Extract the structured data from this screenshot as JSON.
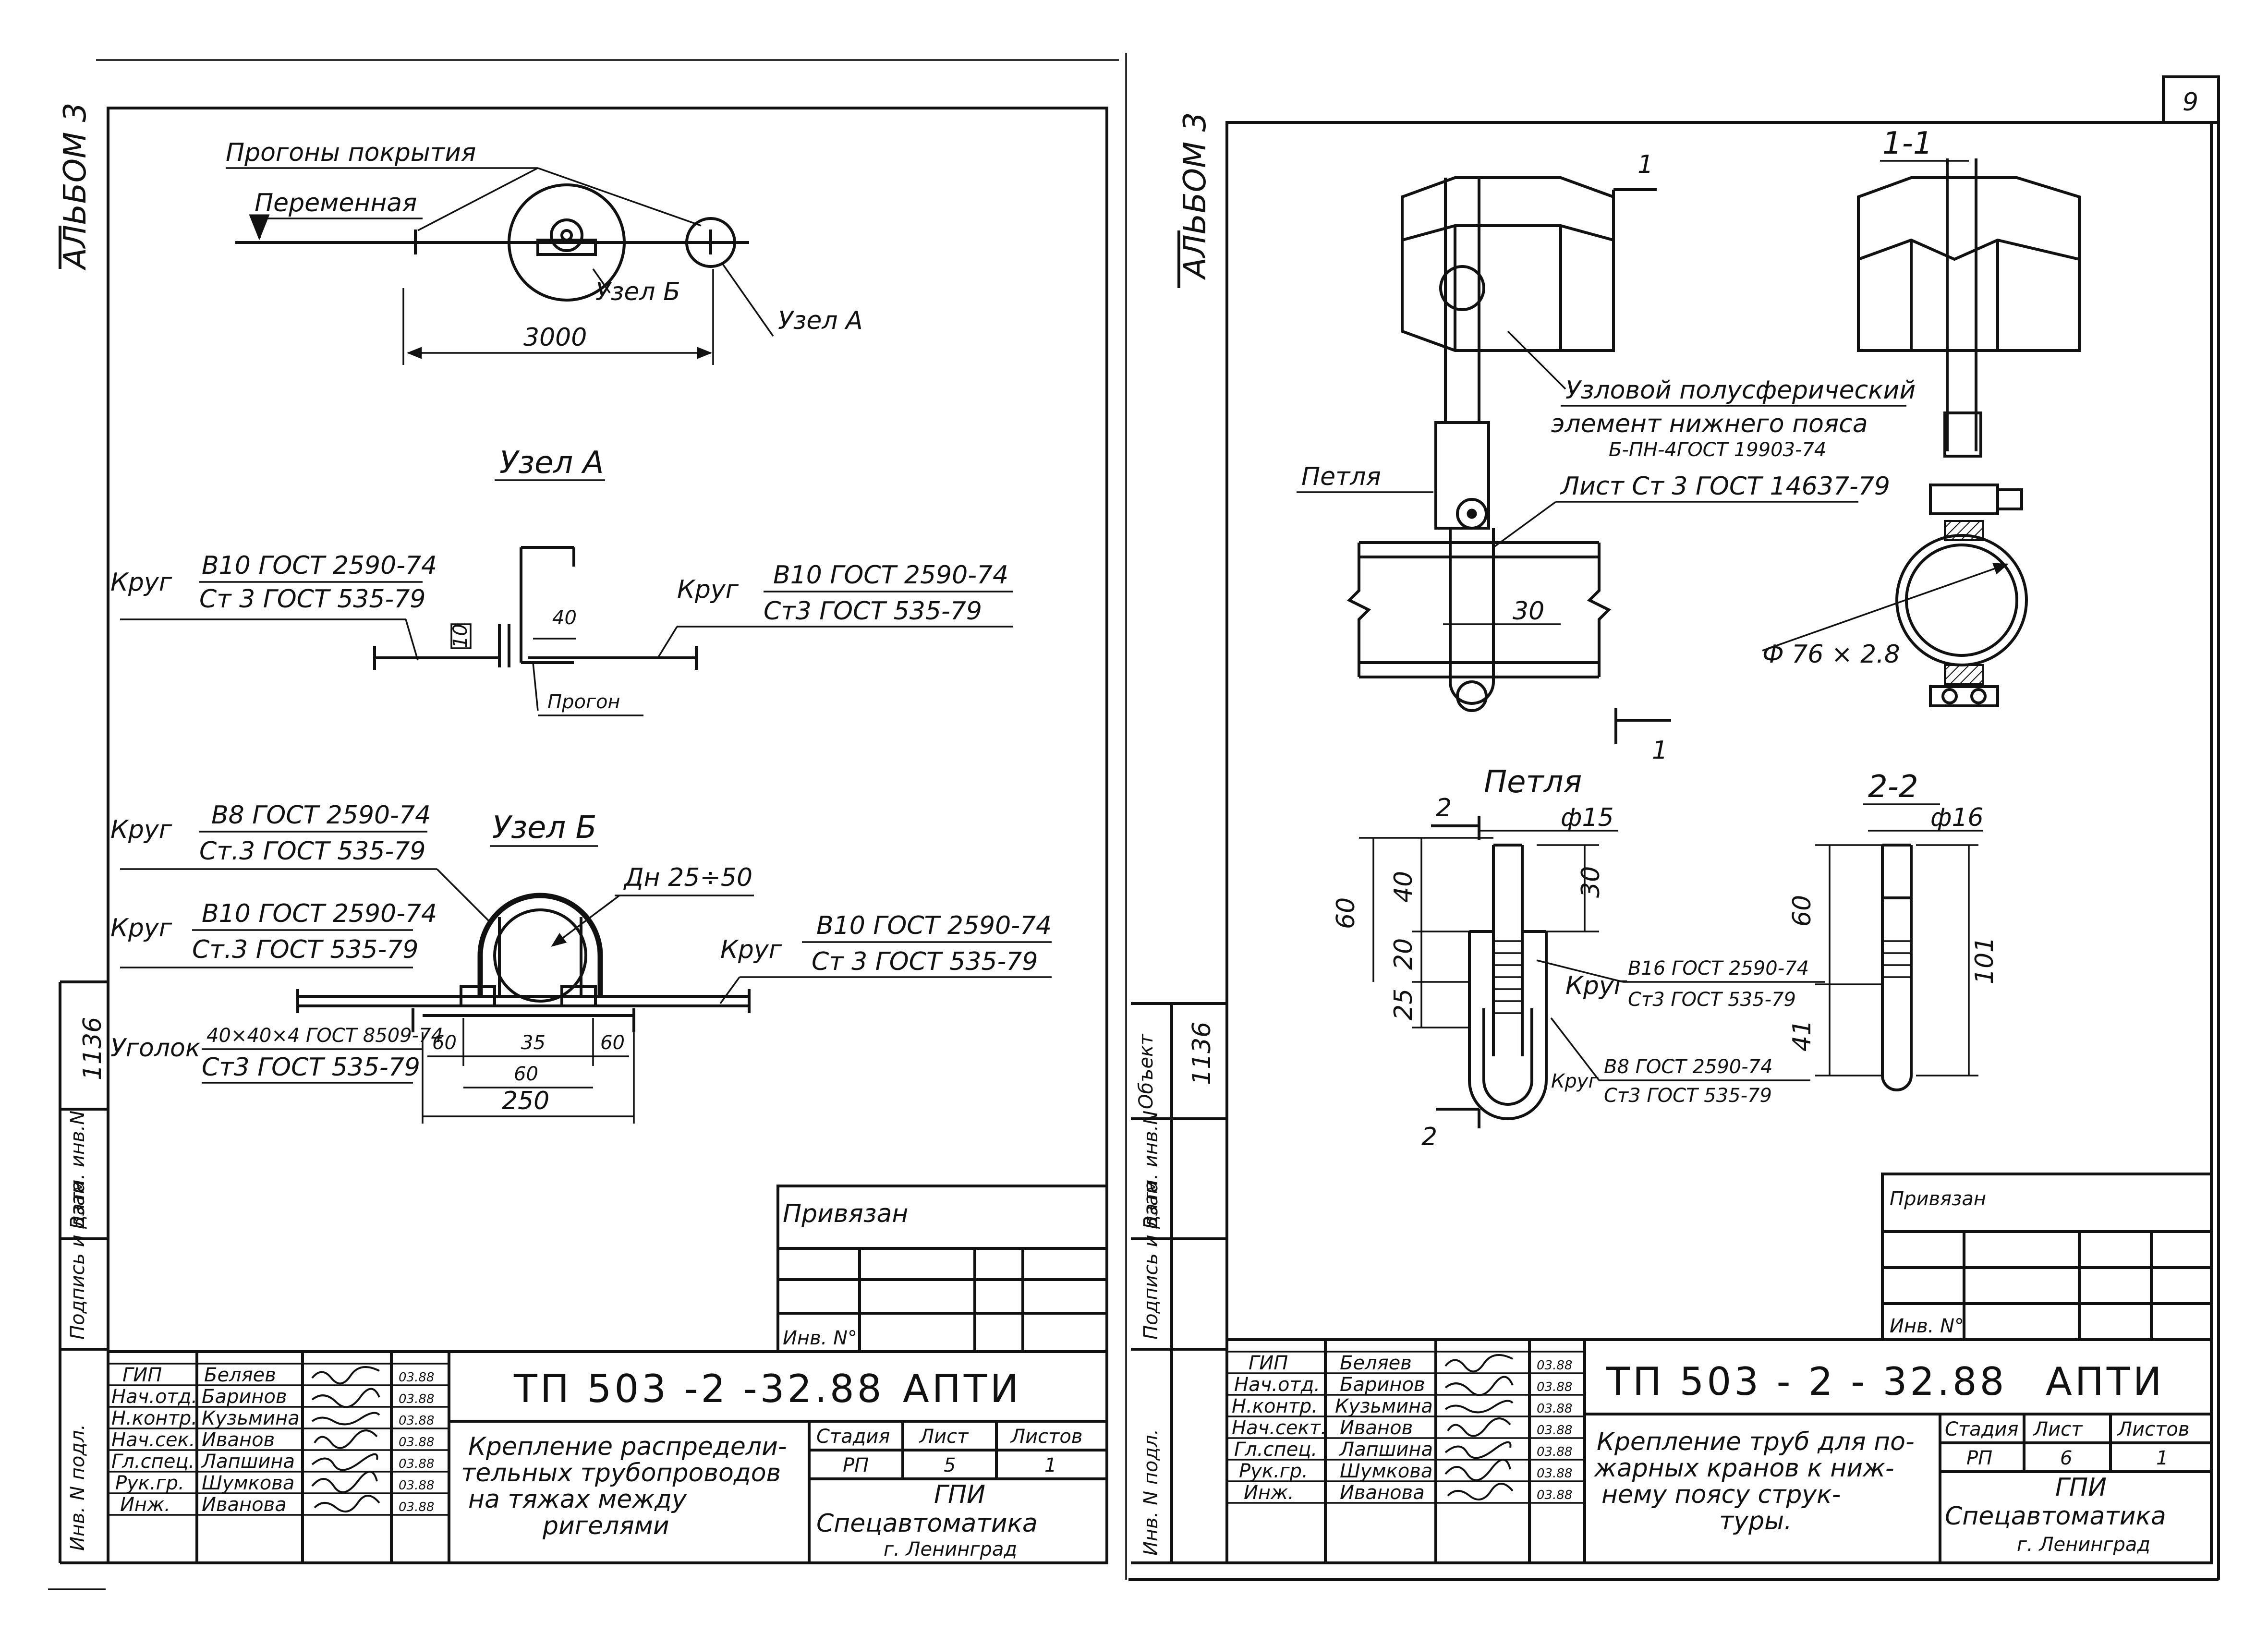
{
  "left_sheet": {
    "album_label": "АЛЬБОМ 3",
    "side_number": "1136",
    "side_fields": [
      "Инв. N подл.",
      "Подпись и дата",
      "Взам. инв.N"
    ],
    "overview": {
      "purlins_label": "Прогоны покрытия",
      "variable_label": "Переменная",
      "node_b_ref": "Узел Б",
      "node_a_ref": "Узел А",
      "span_dim": "3000"
    },
    "node_a": {
      "title": "Узел А",
      "left_circle_label": "Круг",
      "left_spec_1": "В10 ГОСТ 2590-74",
      "left_spec_2": "Ст 3 ГОСТ 535-79",
      "right_circle_label": "Круг",
      "right_spec_1": "В10 ГОСТ 2590-74",
      "right_spec_2": "Ст3 ГОСТ 535-79",
      "dim_40": "40",
      "dim_10": "10",
      "purlin_label": "Прогон"
    },
    "node_b": {
      "title": "Узел Б",
      "circle_label_1": "Круг",
      "spec_1a": "В8 ГОСТ 2590-74",
      "spec_1b": "Ст.3 ГОСТ 535-79",
      "pipe_label": "Дн 25÷50",
      "circle_label_2": "Круг",
      "spec_2a": "В10 ГОСТ 2590-74",
      "spec_2b": "Ст.3 ГОСТ 535-79",
      "circle_label_3": "Круг",
      "spec_3a": "В10 ГОСТ 2590-74",
      "spec_3b": "Ст 3 ГОСТ 535-79",
      "angle_label": "Уголок",
      "angle_spec_1": "40×40×4 ГОСТ 8509-74",
      "angle_spec_2": "Ст3 ГОСТ 535-79",
      "dims": [
        "60",
        "35",
        "60",
        "60",
        "250"
      ]
    },
    "binding_label": "Привязан",
    "inv_label": "Инв. N°",
    "staff": [
      {
        "role": "ГИП",
        "name": "Беляев",
        "date": "03.88"
      },
      {
        "role": "Нач.отд.",
        "name": "Баринов",
        "date": "03.88"
      },
      {
        "role": "Н.контр.",
        "name": "Кузьмина",
        "date": "03.88"
      },
      {
        "role": "Нач.сек.",
        "name": "Иванов",
        "date": "03.88"
      },
      {
        "role": "Гл.спец.",
        "name": "Лапшина",
        "date": "03.88"
      },
      {
        "role": "Рук.гр.",
        "name": "Шумкова",
        "date": "03.88"
      },
      {
        "role": "Инж.",
        "name": "Иванова",
        "date": "03.88"
      }
    ],
    "doc_code": "ТП 503 -2 -32.88",
    "doc_suffix": "АПТИ",
    "title_lines": [
      "Крепление распредели-",
      "тельных трубопроводов",
      "на тяжах между",
      "ригелями"
    ],
    "stage_header": "Стадия",
    "sheet_header": "Лист",
    "sheets_header": "Листов",
    "stage": "РП",
    "sheet": "5",
    "sheets": "1",
    "org_1": "ГПИ",
    "org_2": "Спецавтоматика",
    "org_3": "г. Ленинград"
  },
  "right_sheet": {
    "album_label": "АЛЬБОМ 3",
    "page_number": "9",
    "side_number": "1136",
    "side_fields": [
      "Объект",
      "Инв. N подл.",
      "Подпись и дата",
      "Взам. инв.N"
    ],
    "section_mark": "1",
    "section_title": "1-1",
    "loop_label": "Петля",
    "node_element_1": "Узловой полусферический",
    "node_element_2": "элемент нижнего пояса",
    "node_element_3": "Б-ПН-4ГОСТ 19903-74",
    "sheet_spec": "Лист Ст 3 ГОСТ 14637-79",
    "dim_30": "30",
    "pipe_dim": "Ф 76 × 2.8",
    "loop_title": "Петля",
    "section_2": "2",
    "phi_15": "ф15",
    "loop_dims": [
      "60",
      "40",
      "20",
      "25",
      "30"
    ],
    "circle_label_a": "Круг",
    "spec_a1": "В16 ГОСТ 2590-74",
    "spec_a2": "Ст3 ГОСТ 535-79",
    "circle_label_b": "Круг",
    "spec_b1": "В8 ГОСТ 2590-74",
    "spec_b2": "Ст3 ГОСТ 535-79",
    "section_22_title": "2-2",
    "phi_16": "ф16",
    "rod_dims": [
      "60",
      "41",
      "101"
    ],
    "binding_label": "Привязан",
    "inv_label": "Инв. N°",
    "staff": [
      {
        "role": "ГИП",
        "name": "Беляев",
        "date": "03.88"
      },
      {
        "role": "Нач.отд.",
        "name": "Баринов",
        "date": "03.88"
      },
      {
        "role": "Н.контр.",
        "name": "Кузьмина",
        "date": "03.88"
      },
      {
        "role": "Нач.сект.",
        "name": "Иванов",
        "date": "03.88"
      },
      {
        "role": "Гл.спец.",
        "name": "Лапшина",
        "date": "03.88"
      },
      {
        "role": "Рук.гр.",
        "name": "Шумкова",
        "date": "03.88"
      },
      {
        "role": "Инж.",
        "name": "Иванова",
        "date": "03.88"
      }
    ],
    "doc_code": "ТП 503 - 2 - 32.88",
    "doc_suffix": "АПТИ",
    "title_lines": [
      "Крепление труб для по-",
      "жарных кранов к ниж-",
      "нему поясу струк-",
      "туры."
    ],
    "stage_header": "Стадия",
    "sheet_header": "Лист",
    "sheets_header": "Листов",
    "stage": "РП",
    "sheet": "6",
    "sheets": "1",
    "org_1": "ГПИ",
    "org_2": "Спецавтоматика",
    "org_3": "г. Ленинград"
  }
}
